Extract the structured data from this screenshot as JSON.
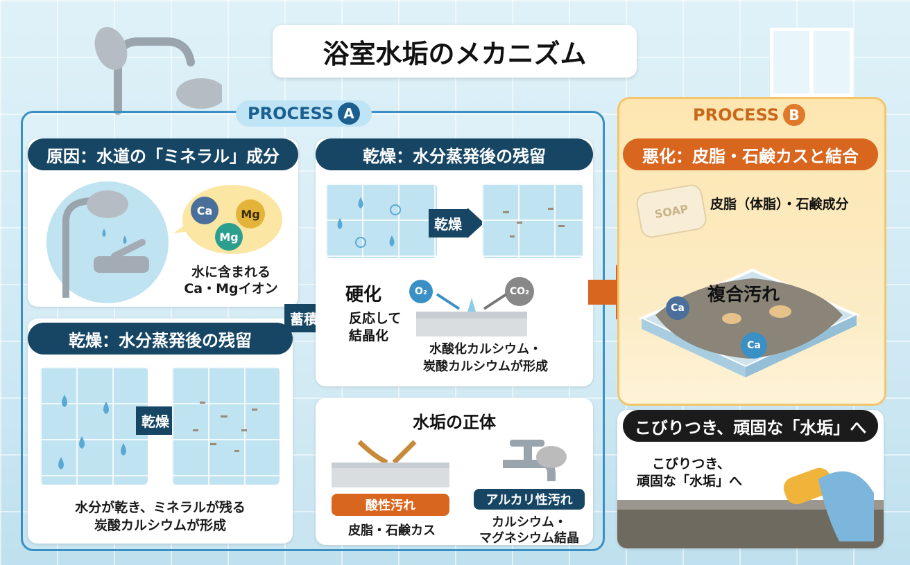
{
  "title": "浴室水垢のメカニズム",
  "process_a": {
    "label": "PROCESS",
    "letter": "A",
    "cause": {
      "banner": "原因：水道の「ミネラル」成分",
      "ions": [
        "Ca",
        "Mg",
        "Mg"
      ],
      "caption_1": "水に含まれる",
      "caption_2": "Ca・Mgイオン"
    },
    "dry_left": {
      "banner": "乾燥：水分蒸発後の残留",
      "arrow": "乾燥",
      "caption_1": "水分が乾き、ミネラルが残る",
      "caption_2": "炭酸カルシウムが形成"
    },
    "accumulate": "蓄積",
    "dry_right": {
      "banner": "乾燥：水分蒸発後の残留",
      "arrow": "乾燥",
      "harden_title": "硬化",
      "harden_1": "反応して",
      "harden_2": "結晶化",
      "o2": "O₂",
      "co2": "CO₂",
      "caption_1": "水酸化カルシウム・",
      "caption_2": "炭酸カルシウムが形成"
    },
    "identity": {
      "title": "水垢の正体",
      "acid_label": "酸性汚れ",
      "acid_desc": "皮脂・石鹸カス",
      "alkali_label": "アルカリ性汚れ",
      "alkali_desc_1": "カルシウム・",
      "alkali_desc_2": "マグネシウム結晶"
    }
  },
  "process_b": {
    "label": "PROCESS",
    "letter": "B",
    "banner": "悪化：皮脂・石鹸カスと結合",
    "soap": "SOAP",
    "sebum_label": "皮脂（体脂）・石鹸成分",
    "composite": "複合汚れ",
    "ions": [
      "Ca",
      "Ca"
    ]
  },
  "final": {
    "banner": "こびりつき、頑固な「水垢」へ",
    "caption_1": "こびりつき、",
    "caption_2": "頑固な「水垢」へ"
  },
  "colors": {
    "navy": "#174665",
    "orange": "#d9661f",
    "blue": "#3a8fc4"
  }
}
